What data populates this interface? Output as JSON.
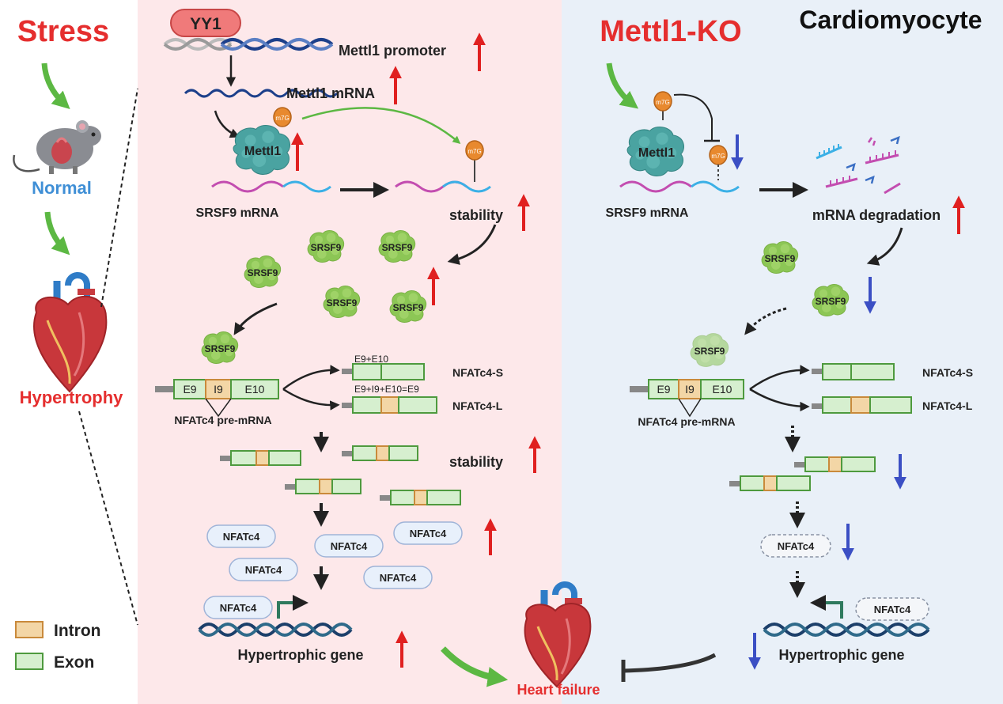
{
  "left_panel": {
    "stress_label": "Stress",
    "normal_label": "Normal",
    "hypertrophy_label": "Hypertrophy"
  },
  "legend": {
    "intron_label": "Intron",
    "exon_label": "Exon"
  },
  "stress_panel": {
    "yy1_label": "YY1",
    "mettl1_promoter_label": "Mettl1 promoter",
    "mettl1_mrna_label": "Mettl1 mRNA",
    "mettl1_protein_label": "Mettl1",
    "m7g_label": "m7G",
    "srsf9_mrna_label": "SRSF9 mRNA",
    "stability_label": "stability",
    "srsf9_label": "SRSF9",
    "e9_label": "E9",
    "i9_label": "I9",
    "e10_label": "E10",
    "short_isoform_formula": "E9+E10",
    "long_isoform_formula": "E9+I9+E10=E9",
    "nfatc4_s_label": "NFATc4-S",
    "nfatc4_l_label": "NFATc4-L",
    "pre_mrna_label": "NFATc4 pre-mRNA",
    "stability2_label": "stability",
    "nfatc4_label": "NFATc4",
    "hypertrophic_gene_label": "Hypertrophic gene"
  },
  "heart_failure_label": "Heart failure",
  "ko_panel": {
    "title": "Mettl1-KO",
    "cardiomyocyte_label": "Cardiomyocyte",
    "mettl1_protein_label": "Mettl1",
    "m7g_label": "m7G",
    "srsf9_mrna_label": "SRSF9 mRNA",
    "mrna_degradation_label": "mRNA degradation",
    "srsf9_label": "SRSF9",
    "e9_label": "E9",
    "i9_label": "I9",
    "e10_label": "E10",
    "nfatc4_s_label": "NFATc4-S",
    "nfatc4_l_label": "NFATc4-L",
    "pre_mrna_label": "NFATc4 pre-mRNA",
    "nfatc4_label": "NFATc4",
    "hypertrophic_gene_label": "Hypertrophic gene"
  },
  "colors": {
    "stress_red": "#e52e2e",
    "normal_blue": "#3f8fd6",
    "stress_bg": "#fde8ea",
    "ko_bg": "#e9f0f8",
    "arrow_green": "#5cb843",
    "up_red": "#e02020",
    "down_blue": "#3b4fc4",
    "srsf9_green": "#8cc655",
    "exon_fill": "#d6efcf",
    "exon_stroke": "#4e9a3e",
    "intron_fill": "#f3d6a6",
    "intron_stroke": "#c98a3b",
    "m7g_orange": "#e8892e",
    "protein_teal": "#4aa3a1",
    "rna_blue": "#3bb0e6",
    "rna_magenta": "#c34db0",
    "dna_navy": "#1c3f8a",
    "nfatc4_fill": "#e8f0fb",
    "nfatc4_stroke": "#9fb4d8",
    "yy1_fill": "#f07a7a"
  },
  "icons": [
    "mouse-icon",
    "heart-icon",
    "chevron-arrow-icon",
    "up-arrow-icon",
    "down-arrow-icon",
    "inhibition-icon"
  ]
}
